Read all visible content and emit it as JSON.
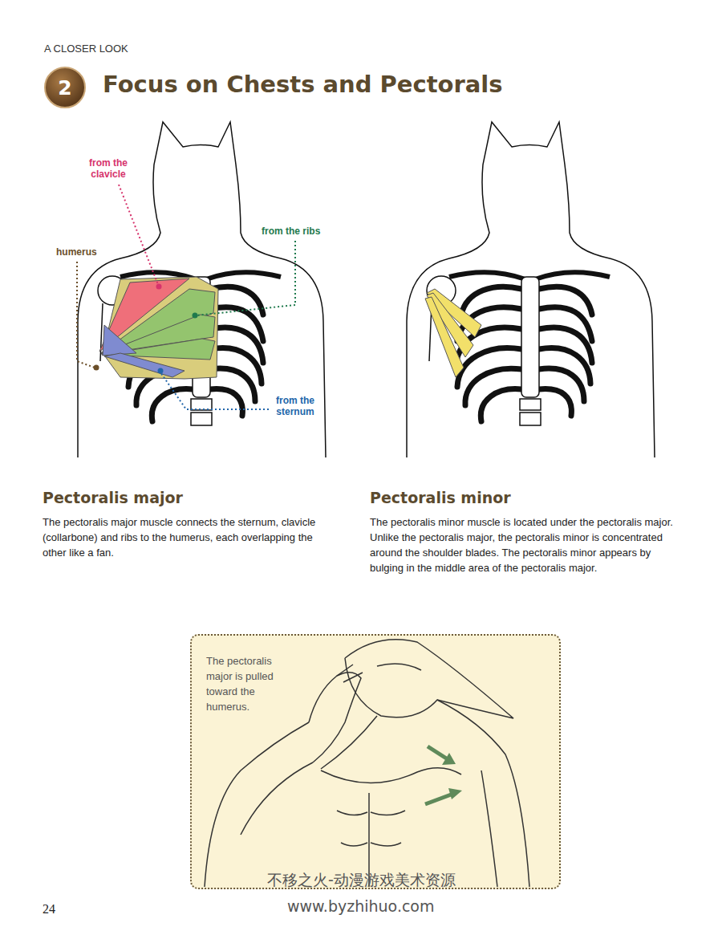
{
  "diagram": {
    "title": "Focus on Chests and Pectorals",
    "nodes": [
      {
        "text": [
          "2"
        ]
      },
      {
        "text": [
          "The pectoralis major is pulled toward the humerus."
        ]
      }
    ],
    "labels": [
      "A CLOSER LOOK",
      "from the clavicle",
      "humerus",
      "from the ribs",
      "from the sternum",
      "Pectoralis major",
      "The pectoralis major muscle connects the sternum, clavicle (collarbone) and ribs to the humerus, each overlapping the other like a fan.",
      "Pectoralis minor",
      "The pectoralis minor muscle is located under the pectoralis major. Unlike the pectoralis major, the pectoralis minor is concentrated around the shoulder blades. The pectoralis minor appears by bulging in the middle area of the pectoralis major.",
      "24",
      "不移之火-动漫游戏美术资源",
      "www.byzhihuo.com"
    ]
  }
}
